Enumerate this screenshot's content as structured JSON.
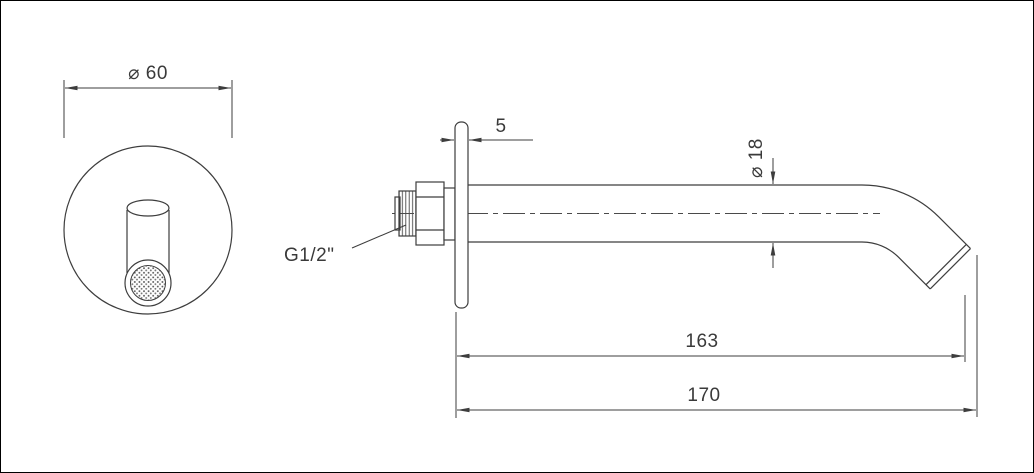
{
  "drawing": {
    "background": "#ffffff",
    "line_color": "#3d3d3d",
    "border_color": "#000000"
  },
  "labels": {
    "plate_diameter": "⌀ 60",
    "flange_thickness": "5",
    "spout_diameter": "⌀ 18",
    "thread_size": "G1/2\"",
    "spout_length": "163",
    "total_length": "170"
  }
}
